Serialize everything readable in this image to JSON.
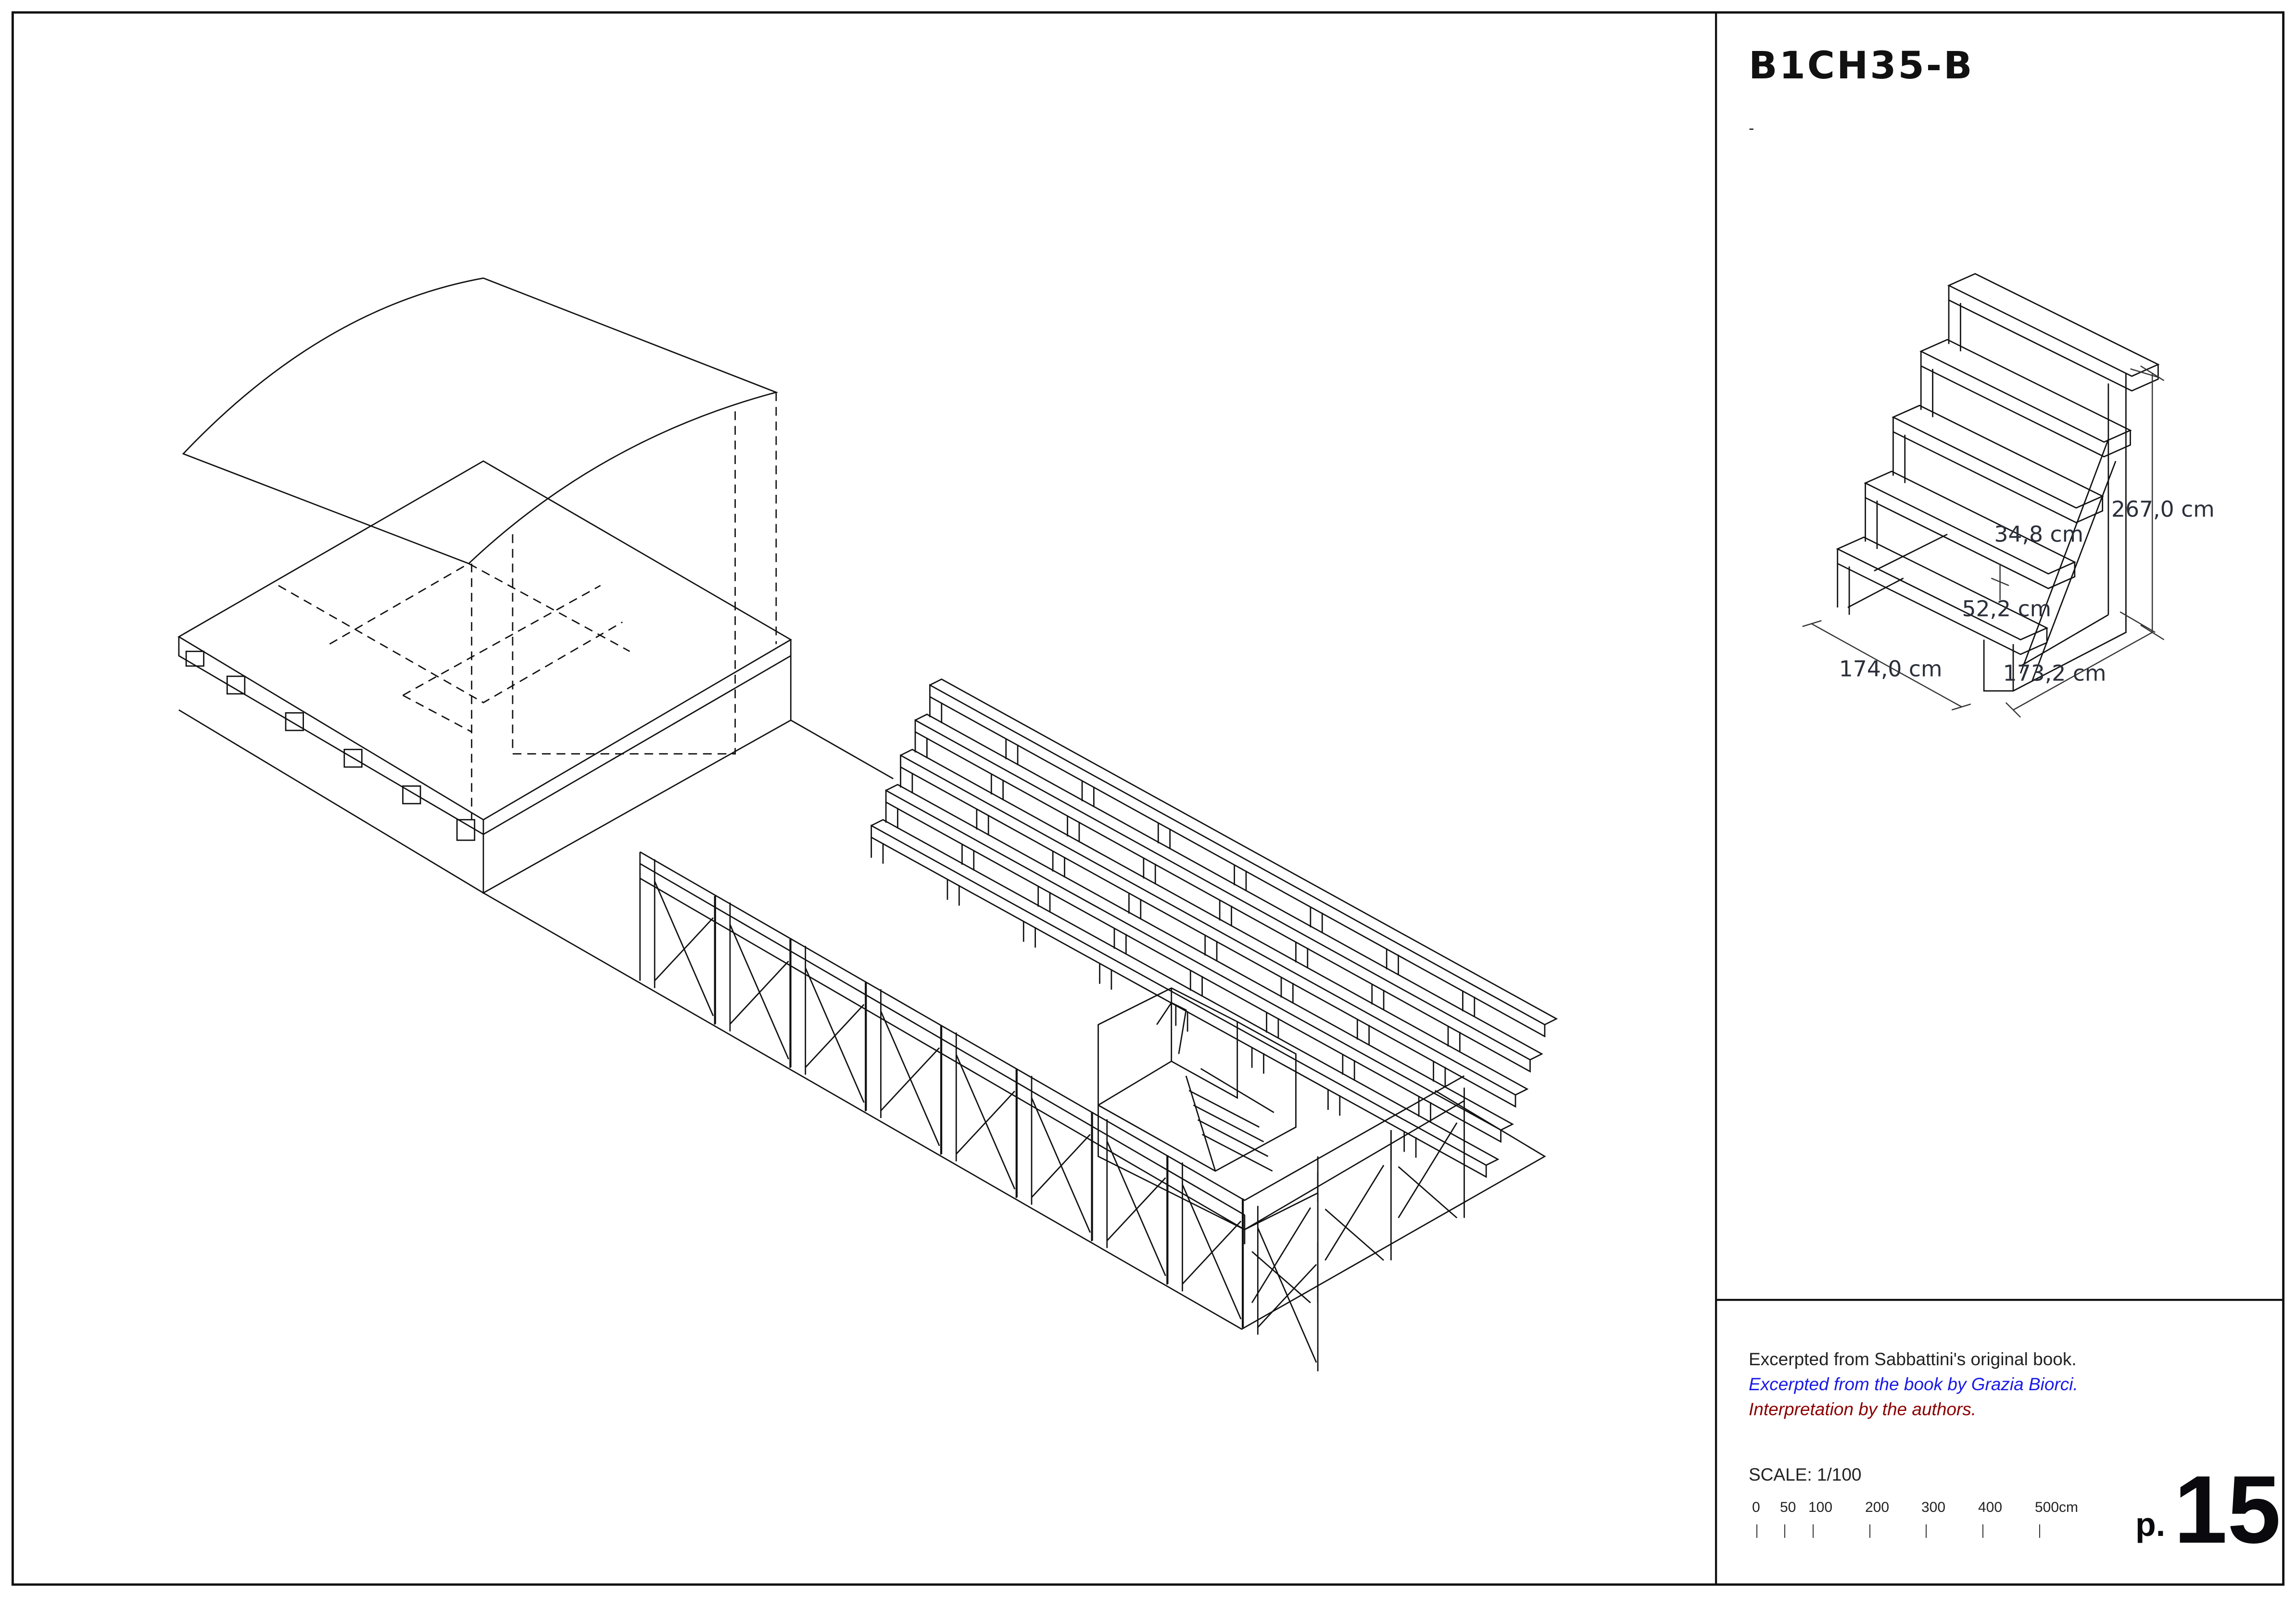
{
  "sheet": {
    "code": "B1CH35-B",
    "subtitle": "-",
    "notes": [
      {
        "text": "Excerpted from Sabbattini's original book.",
        "color": "#222222"
      },
      {
        "text": "Excerpted from the book by Grazia Biorci.",
        "color": "#1a1ae6"
      },
      {
        "text": "Interpretation by the authors.",
        "color": "#8b0000"
      }
    ],
    "scale_label": "SCALE: 1/100",
    "scale_bar": [
      "0",
      "50",
      "100",
      "200",
      "300",
      "400",
      "500cm"
    ],
    "page_prefix": "p.",
    "page_number": "15"
  },
  "detail": {
    "dimensions": {
      "height": "267,0 cm",
      "riser": "34,8 cm",
      "tread": "52,2 cm",
      "width": "174,0 cm",
      "depth": "173,2 cm"
    }
  }
}
